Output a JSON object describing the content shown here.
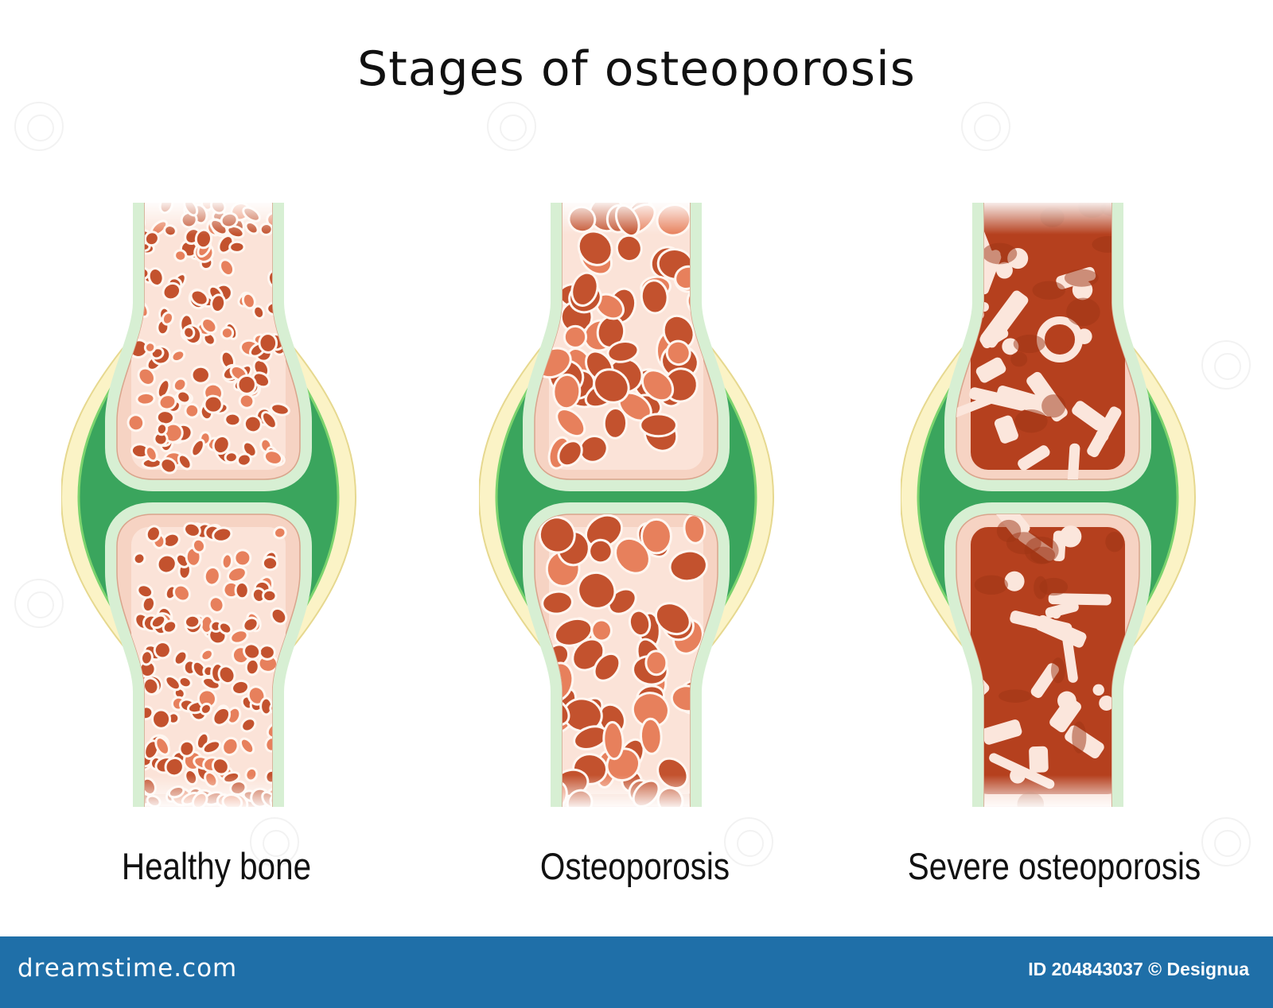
{
  "title": "Stages of osteoporosis",
  "stages": [
    {
      "label": "Healthy bone",
      "hole_color": "#c3522e",
      "bone_bg": "#fbe3d8",
      "density": "dense"
    },
    {
      "label": "Osteoporosis",
      "hole_color": "#c3522e",
      "bone_bg": "#fbe3d8",
      "density": "medium"
    },
    {
      "label": "Severe osteoporosis",
      "hole_color": "#b5401e",
      "bone_bg": "#b5401e",
      "density": "sparse"
    }
  ],
  "colors": {
    "synovial_fluid": "#3aa55d",
    "cartilage": "#d7efd3",
    "capsule": "#fbf3c6",
    "cortex": "#f6d3c3"
  },
  "footer": {
    "brand": "dreamstime.com",
    "credit": "ID 204843037 © Designua"
  }
}
